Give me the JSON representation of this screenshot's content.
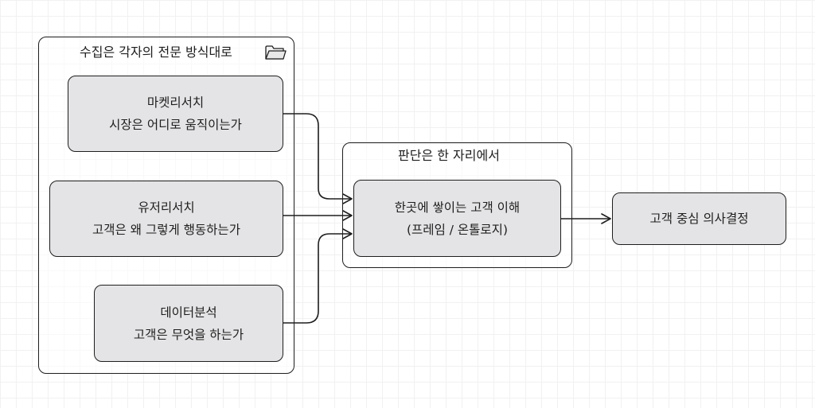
{
  "collection_group": {
    "title": "수집은 각자의 전문 방식대로",
    "icon": "folder-icon",
    "nodes": [
      {
        "line1": "마켓리서치",
        "line2": "시장은 어디로 움직이는가"
      },
      {
        "line1": "유저리서치",
        "line2": "고객은 왜 그렇게 행동하는가"
      },
      {
        "line1": "데이터분석",
        "line2": "고객은 무엇을 하는가"
      }
    ]
  },
  "judgment_group": {
    "title": "판단은 한 자리에서",
    "node": {
      "line1": "한곳에 쌓이는 고객 이해",
      "line2": "(프레임 / 온톨로지)"
    }
  },
  "outcome": {
    "label": "고객 중심 의사결정"
  }
}
